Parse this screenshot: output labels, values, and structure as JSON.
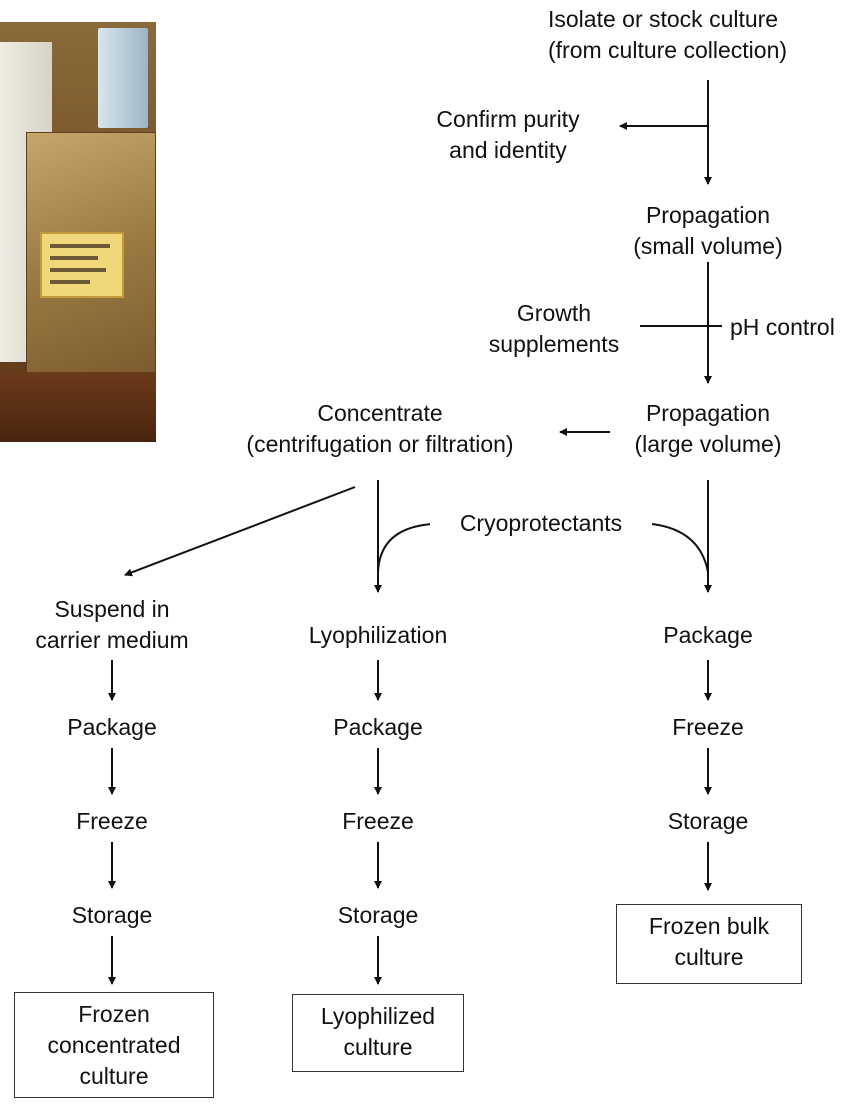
{
  "diagram": {
    "top_source": "Isolate or stock culture\n(from culture collection)",
    "confirm": "Confirm purity\nand identity",
    "prop_small": "Propagation\n(small volume)",
    "growth": "Growth\nsupplements",
    "ph": "pH control",
    "prop_large": "Propagation\n(large volume)",
    "concentrate": "Concentrate\n(centrifugation or filtration)",
    "cryo": "Cryoprotectants",
    "left_branch": {
      "step1": "Suspend in\ncarrier medium",
      "step2": "Package",
      "step3": "Freeze",
      "step4": "Storage",
      "result": "Frozen\nconcentrated\nculture"
    },
    "mid_branch": {
      "step1": "Lyophilization",
      "step2": "Package",
      "step3": "Freeze",
      "step4": "Storage",
      "result": "Lyophilized\nculture"
    },
    "right_branch": {
      "step1": "Package",
      "step2": "Freeze",
      "step3": "Storage",
      "result": "Frozen bulk\nculture"
    }
  }
}
